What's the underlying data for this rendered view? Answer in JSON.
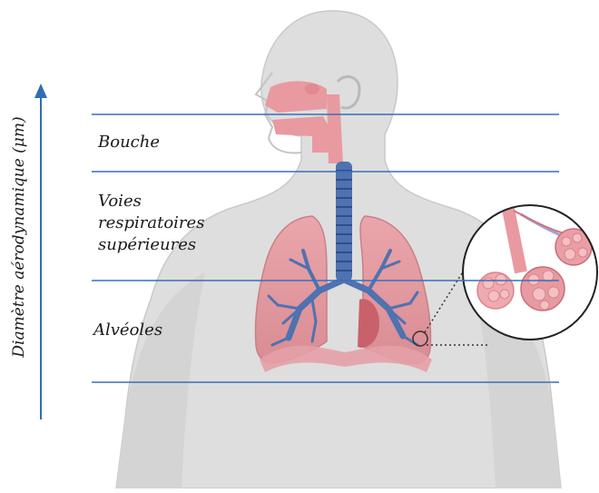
{
  "axis": {
    "title": "Diamètre aérodynamique (μm)",
    "arrow_color": "#2f6db5"
  },
  "regions": [
    {
      "lines": [
        "Bouche"
      ]
    },
    {
      "lines": [
        "Voies",
        "respiratoires",
        "supérieures"
      ]
    },
    {
      "lines": [
        "Alvéoles"
      ]
    }
  ],
  "colors": {
    "divider_lines": "#3a6fb7",
    "body": "#dcdcdc",
    "lungs": "#e7a0a6",
    "trachea": "#4f72b0",
    "airway": "#e69aa0"
  }
}
